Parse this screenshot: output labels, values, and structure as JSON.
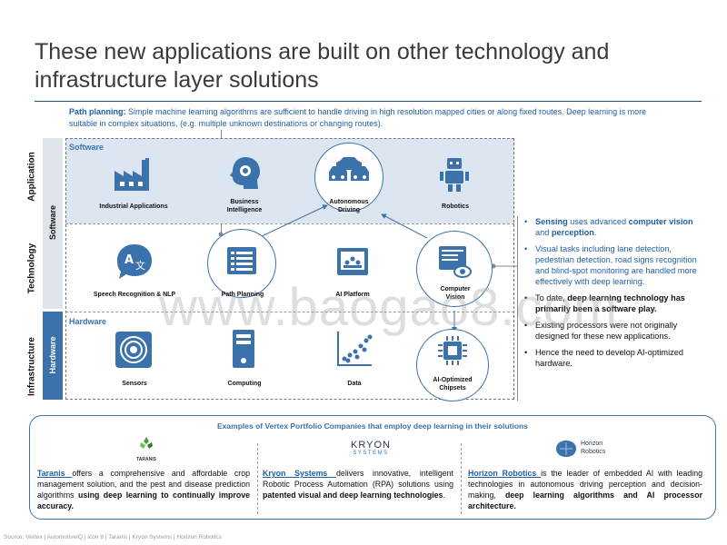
{
  "title": "These new applications are built on other technology and infrastructure layer solutions",
  "path_note": {
    "label": "Path planning:",
    "text": " Simple machine learning algorithms are sufficient to handle driving in high resolution mapped cities or along fixed routes. Deep learning is more suitable in complex situations, (e.g. multiple unknown destinations or changing routes)."
  },
  "layers": {
    "application": "Application",
    "technology": "Technology",
    "infrastructure": "Infrastructure"
  },
  "tabs": {
    "software": "Software",
    "hardware": "Hardware"
  },
  "sections": {
    "software": "Software",
    "hardware": "Hardware"
  },
  "apps": [
    {
      "label": "Industrial Applications",
      "icon": "factory-icon"
    },
    {
      "label": "Business Intelligence",
      "icon": "brain-gear-icon"
    },
    {
      "label": "Autonomous Driving",
      "icon": "cars-icon"
    },
    {
      "label": "Robotics",
      "icon": "robot-icon"
    }
  ],
  "tech": [
    {
      "label": "Speech Recognition & NLP",
      "icon": "translate-icon"
    },
    {
      "label": "Path Planning",
      "icon": "list-icon"
    },
    {
      "label": "AI Platform",
      "icon": "platform-icon"
    },
    {
      "label": "Computer Vision",
      "icon": "eye-screen-icon"
    }
  ],
  "infra": [
    {
      "label": "Sensors",
      "icon": "sensor-icon"
    },
    {
      "label": "Computing",
      "icon": "server-icon"
    },
    {
      "label": "Data",
      "icon": "scatter-icon"
    },
    {
      "label": "AI-Optimized Chipsets",
      "icon": "chip-icon"
    }
  ],
  "bullets": {
    "b1_pre": "Sensing",
    "b1_mid": " uses advanced ",
    "b1_b2": "computer vision",
    "b1_and": " and ",
    "b1_b3": "perception",
    "b1_end": ".",
    "b2": "Visual tasks including lane detection, pedestrian detection, road signs recognition and blind-spot monitoring are handled more effectively with deep learning.",
    "b3_pre": "To date, ",
    "b3_bold": "deep learning technology has primarily been a software play.",
    "b4": "Existing processors were not originally designed for these new applications.",
    "b5": "Hence the need to develop AI-optimized hardware."
  },
  "portfolio": {
    "title": "Examples of Vertex Portfolio Companies that employ deep learning in their solutions",
    "companies": [
      {
        "logo_text": "TARANIS",
        "name": "Taranis ",
        "text1": "offers a comprehensive and affordable crop management solution, and the pest and disease prediction algorithms ",
        "bold": "using deep learning to continually improve accuracy."
      },
      {
        "logo_text": "KRYON",
        "logo_sub": "SYSTEMS",
        "name": "Kryon Systems ",
        "text1": "delivers innovative, intelligent Robotic Process Automation (RPA) solutions using ",
        "bold": "patented visual and deep learning technologies",
        "end": "."
      },
      {
        "logo_text": "Horizon",
        "logo_sub": "Robotics",
        "name": "Horizon Robotics ",
        "text1": "is the leader of embedded AI with leading technologies in autonomous driving perception and decision-making, ",
        "bold": "deep learning algorithms and AI processor architecture."
      }
    ]
  },
  "source": "Source: Vertex | AutomotiveIQ | Icon 8 | Taranis | Kryon Systems | Horizon Robotics",
  "watermark": "www.baogao8.com",
  "colors": {
    "accent": "#3b72ac",
    "software_bg": "#dce6f0",
    "text_blue": "#1f5fa6"
  }
}
